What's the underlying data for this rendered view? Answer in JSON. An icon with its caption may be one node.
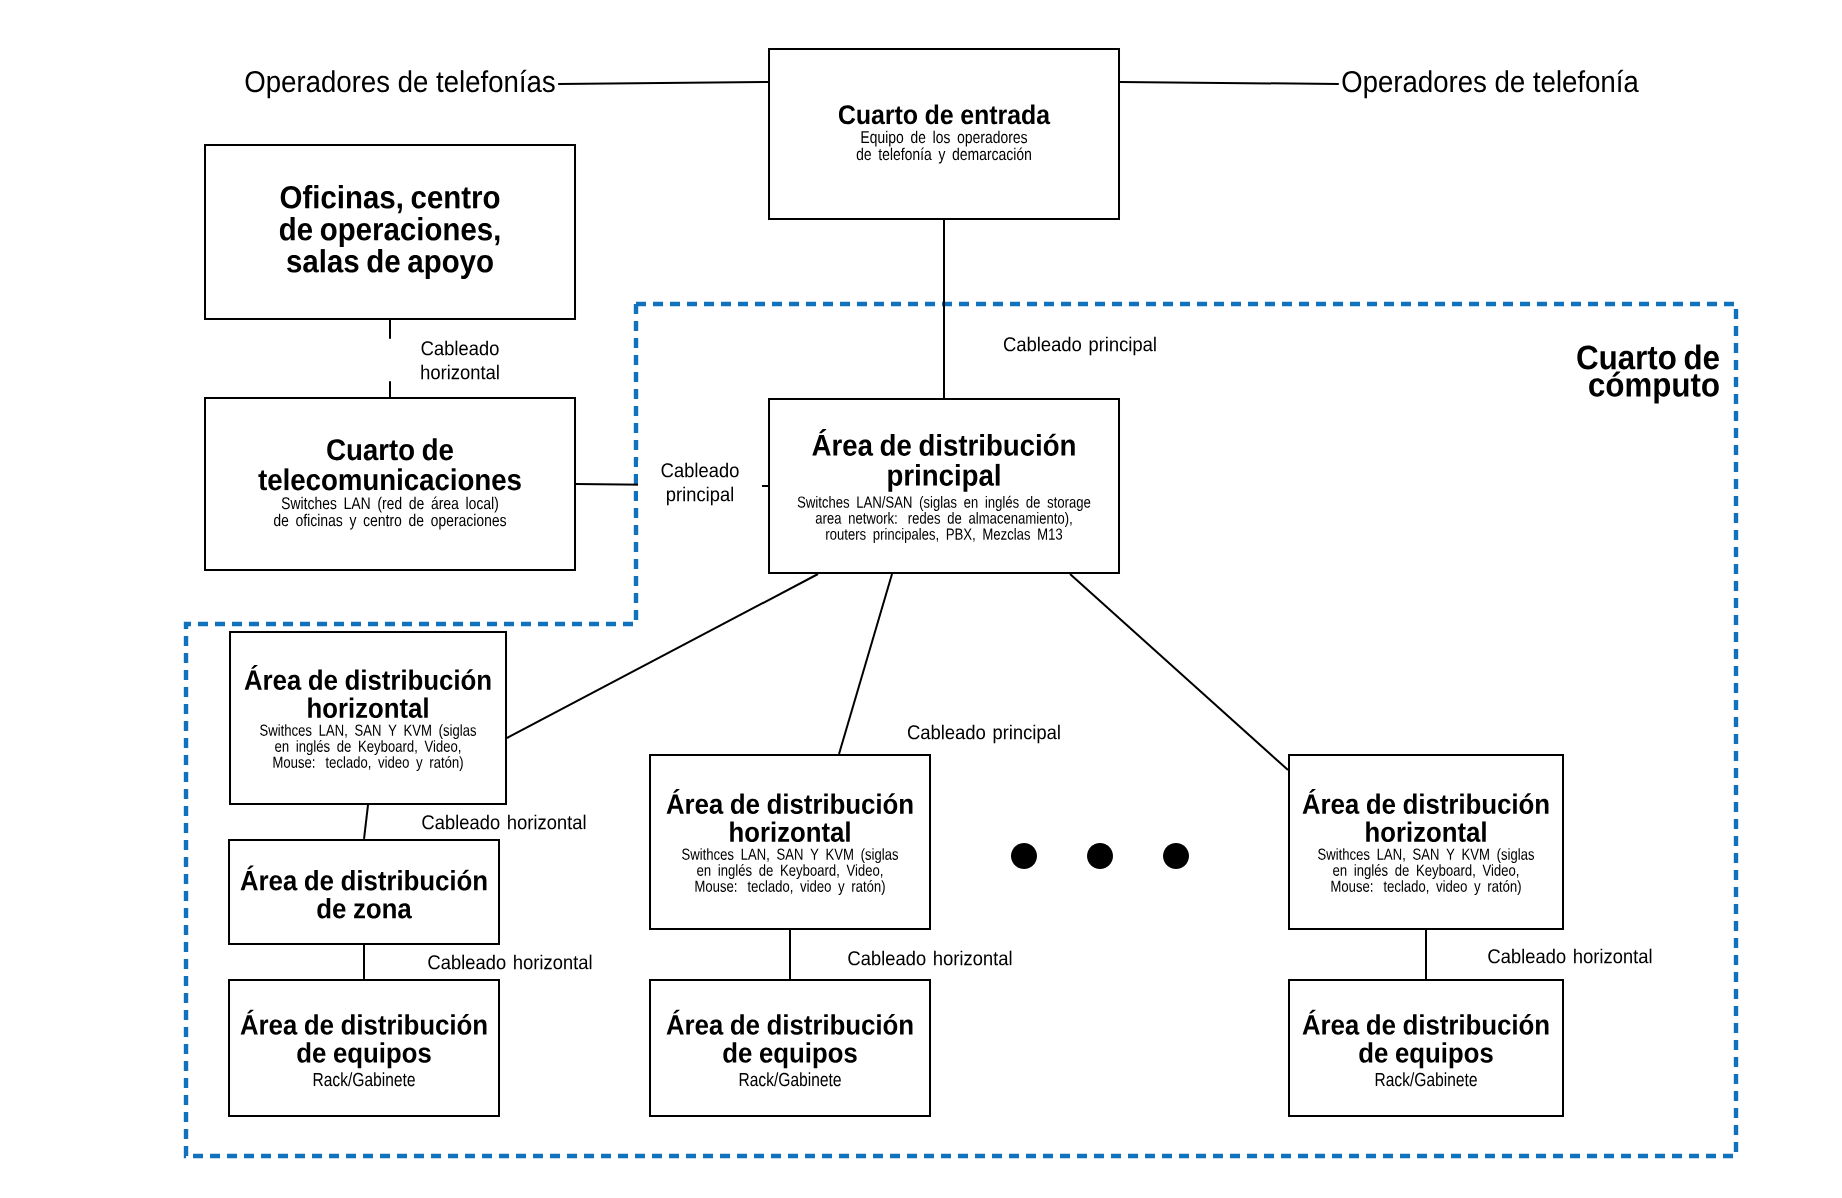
{
  "diagram": {
    "nodes": [
      {
        "text": [
          "Operadores de telefonías"
        ]
      },
      {
        "text": [
          "Cuarto de entrada",
          "Equipo de los operadores de telefonía y demarcación"
        ]
      },
      {
        "text": [
          "Operadores de telefonía"
        ]
      },
      {
        "text": [
          "Oficinas, centro de operaciones, salas de apoyo"
        ]
      },
      {
        "text": [
          "Cuarto de cómputo"
        ]
      },
      {
        "text": [
          "Cuarto de telecomunicaciones",
          "Switches LAN (red de área local) de oficinas y centro de operaciones"
        ]
      },
      {
        "text": [
          "Área de distribución principal",
          "Switches LAN/SAN (siglas en inglés de storage area network: redes de almacenamiento), routers principales, PBX, Mezclas M13"
        ],
        "in": 4
      },
      {
        "text": [
          "Área de distribución horizontal",
          "Swithces LAN, SAN Y KVM (siglas en inglés de Keyboard, Video, Mouse: teclado, video y ratón)"
        ],
        "in": 4
      },
      {
        "text": [
          "Área de distribución de zona"
        ],
        "in": 4
      },
      {
        "text": [
          "Área de distribución de equipos",
          "Rack/Gabinete"
        ],
        "in": 4
      },
      {
        "text": [
          "Área de distribución horizontal",
          "Swithces LAN, SAN Y KVM (siglas en inglés de Keyboard, Video, Mouse: teclado, video y ratón)"
        ],
        "in": 4
      },
      {
        "text": [
          "Área de distribución de equipos",
          "Rack/Gabinete"
        ],
        "in": 4
      },
      {
        "text": [
          "Área de distribución horizontal",
          "Swithces LAN, SAN Y KVM (siglas en inglés de Keyboard, Video, Mouse: teclado, video y ratón)"
        ],
        "in": 4
      },
      {
        "text": [
          "Área de distribución de equipos",
          "Rack/Gabinete"
        ],
        "in": 4
      }
    ],
    "edges": [
      {
        "from": 0,
        "to": 1,
        "arrow": "none"
      },
      {
        "from": 1,
        "to": 2,
        "arrow": "none"
      },
      {
        "from": 1,
        "to": 6,
        "arrow": "none",
        "label": "Cableado principal"
      },
      {
        "from": 3,
        "to": 5,
        "arrow": "none",
        "label": "Cableado horizontal"
      },
      {
        "from": 5,
        "to": 6,
        "arrow": "none",
        "label": "Cableado principal"
      },
      {
        "from": 6,
        "to": 7,
        "arrow": "none"
      },
      {
        "from": 6,
        "to": 10,
        "arrow": "none",
        "label": "Cableado principal"
      },
      {
        "from": 6,
        "to": 12,
        "arrow": "none"
      },
      {
        "from": 7,
        "to": 8,
        "arrow": "none",
        "label": "Cableado horizontal"
      },
      {
        "from": 8,
        "to": 9,
        "arrow": "none",
        "label": "Cableado horizontal"
      },
      {
        "from": 10,
        "to": 11,
        "arrow": "none",
        "label": "Cableado horizontal"
      },
      {
        "from": 12,
        "to": 13,
        "arrow": "none",
        "label": "Cableado horizontal"
      }
    ]
  }
}
